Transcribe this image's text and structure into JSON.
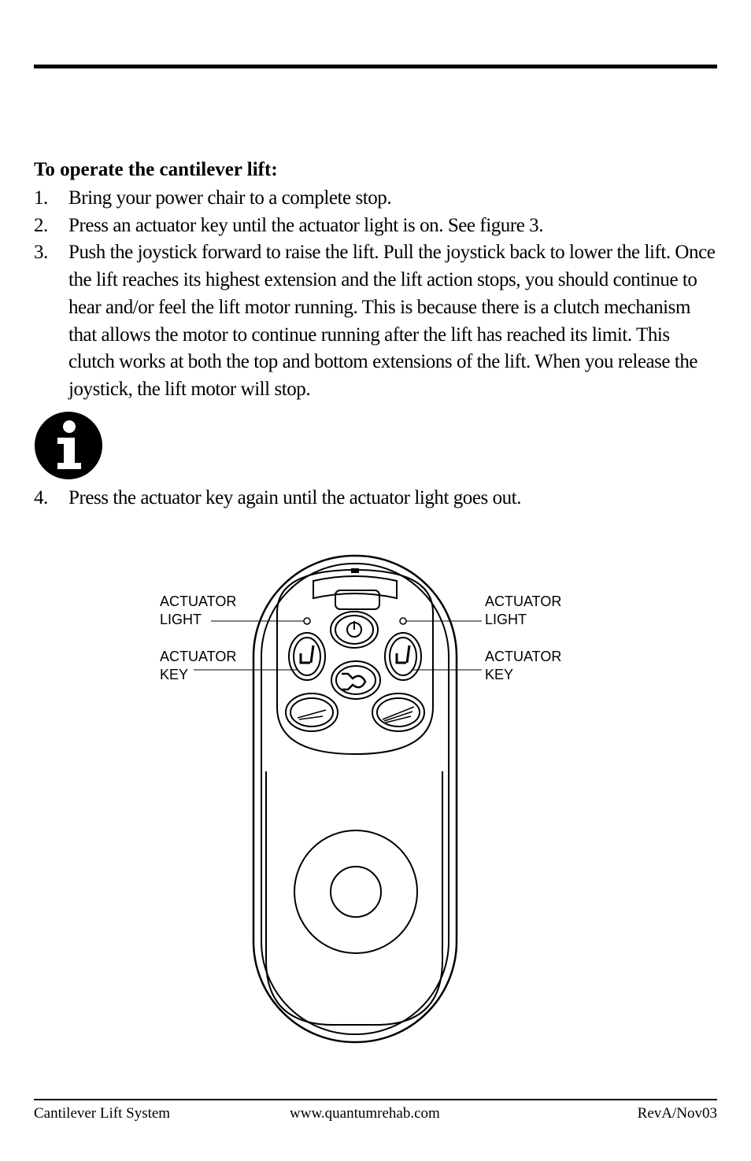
{
  "heading": "To operate the cantilever lift:",
  "steps": [
    {
      "num": "1.",
      "text": "Bring your power chair to a complete stop."
    },
    {
      "num": "2.",
      "text": "Press an actuator key until the actuator light is on. See figure 3."
    },
    {
      "num": "3.",
      "text": "Push the joystick forward to raise the lift. Pull the joystick back to lower the lift. Once the lift reaches its highest extension and the lift action stops, you should continue to hear and/or feel the lift motor running. This is because there is a clutch mechanism that allows the motor to continue running after the lift has reached its limit. This clutch works at both the top and bottom extensions of the lift. When you release the joystick, the lift motor will stop."
    },
    {
      "num": "4.",
      "text": "Press the actuator key again until the actuator light goes out."
    }
  ],
  "figure": {
    "left_light": [
      "ACTUATOR",
      "LIGHT"
    ],
    "left_key": [
      "ACTUATOR",
      "KEY"
    ],
    "right_light": [
      "ACTUATOR",
      "LIGHT"
    ],
    "right_key": [
      "ACTUATOR",
      "KEY"
    ],
    "icons": [
      "info-icon",
      "power-icon",
      "seat-actuator-icon",
      "horn-icon",
      "speed-icon",
      "joystick"
    ]
  },
  "footer": {
    "left": "Cantilever Lift System",
    "center": "www.quantumrehab.com",
    "right": "RevA/Nov03"
  }
}
